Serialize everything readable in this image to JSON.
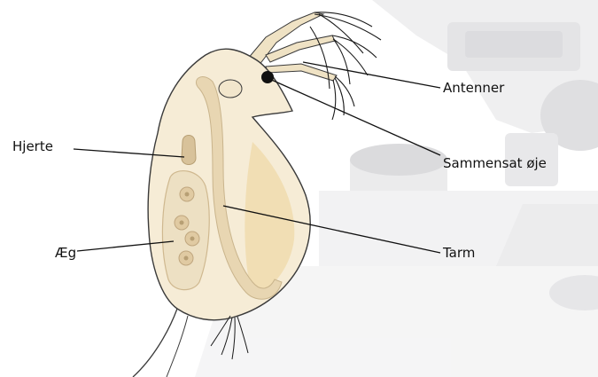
{
  "diagram": {
    "labels": {
      "antennae": "Antenner",
      "compound_eye": "Sammensat øje",
      "heart": "Hjerte",
      "gut": "Tarm",
      "eggs": "Æg"
    }
  },
  "colors": {
    "body_fill": "#f6ecd6",
    "body_stroke": "#3a3a3a",
    "gut_fill": "#e8d6b2",
    "carapace_shade": "#f1dfb6",
    "egg_fill": "#e6d2b0",
    "microscope_gray": "#e9e9ea",
    "leader_line": "#111111"
  }
}
